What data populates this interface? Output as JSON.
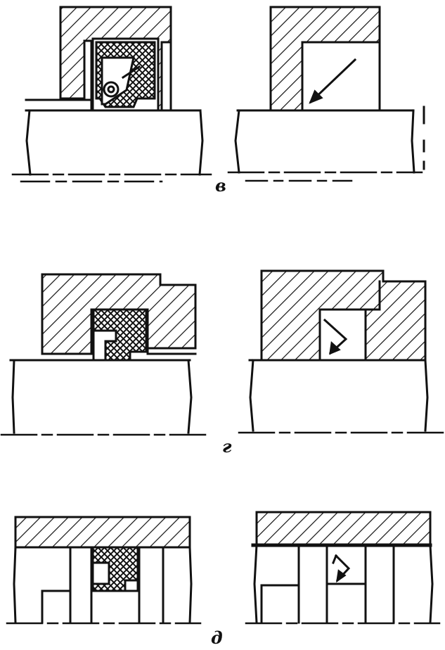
{
  "figure": {
    "labels": {
      "v": "в",
      "g": "г",
      "d": "д"
    },
    "colors": {
      "ink": "#111111",
      "paper": "#ffffff"
    }
  }
}
